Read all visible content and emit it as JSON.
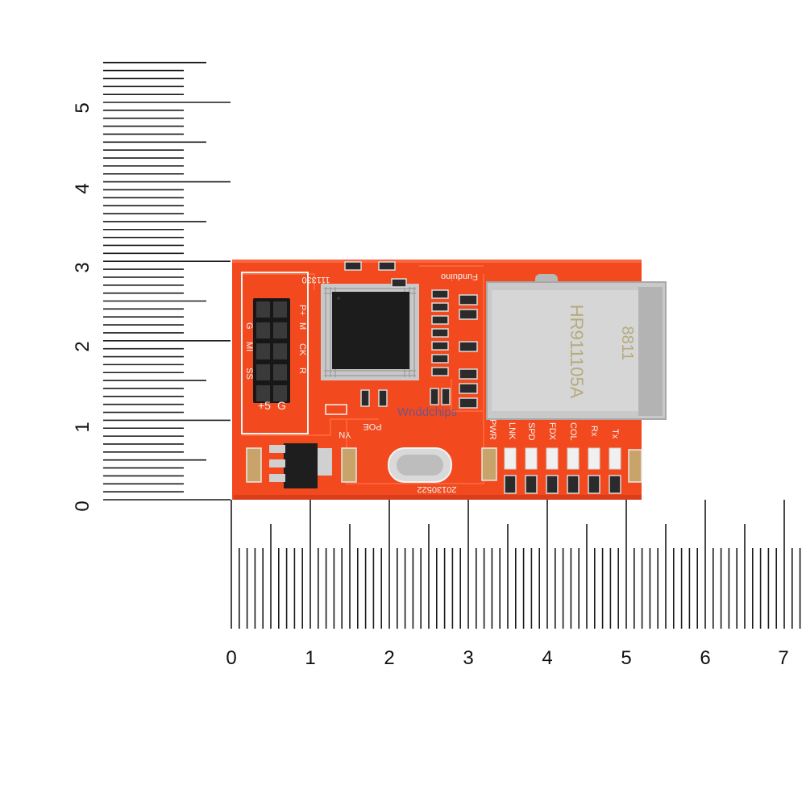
{
  "ruler": {
    "vertical_labels": [
      "0",
      "1",
      "2",
      "3",
      "4",
      "5"
    ],
    "horizontal_labels": [
      "0",
      "1",
      "2",
      "3",
      "4",
      "5",
      "6",
      "7"
    ]
  },
  "board": {
    "brand": "Funduino",
    "pcb_code": "111330",
    "date_code": "20130522",
    "watermark": "Wnddchips",
    "header_labels": [
      "P+",
      "M",
      "CK",
      "R",
      "SS",
      "MI",
      "G",
      "+5",
      "G"
    ],
    "jumper_labels": [
      "POE",
      "YN"
    ],
    "led_labels": [
      "PWR",
      "LNK",
      "SPD",
      "FDX",
      "COL",
      "Rx",
      "Tx"
    ],
    "jack_text": [
      "HR911105A",
      "8811"
    ],
    "colors": {
      "pcb": "#f24a1e",
      "silk": "#f4f4f4",
      "chip": "#1c1c1c",
      "jack": "#c9c9c9"
    }
  }
}
